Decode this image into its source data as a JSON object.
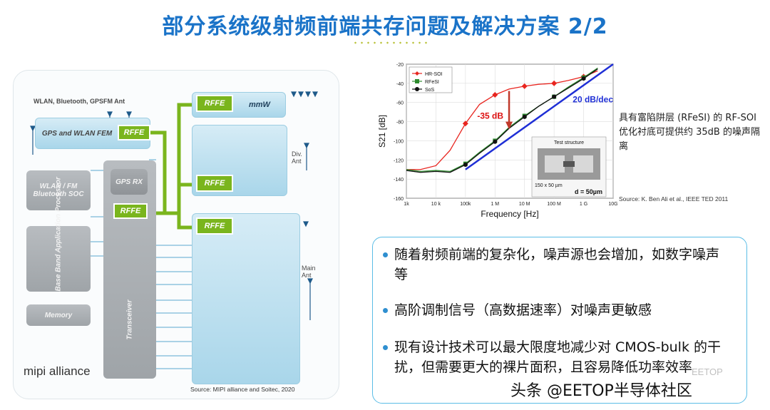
{
  "title": "部分系统级射频前端共存问题及解决方案 2/2",
  "diagram": {
    "top_label": "WLAN, Bluetooth, GPSFM Ant",
    "gps_wlan_fem": "GPS and WLAN FEM",
    "wlan_fm_bt_soc": "WLAN / FM Bluetooth SOC",
    "baseband": "Base Band Application Processor",
    "memory": "Memory",
    "gps_rx": "GPS RX",
    "transceiver": "Transceiver",
    "rffe": "RFFE",
    "mmw": "mmW",
    "div_ant": "Div. Ant",
    "main_ant": "Main Ant",
    "logo": "mipi alliance",
    "source": "Source: MIPI alliance and Soitec, 2020"
  },
  "chart_data": {
    "type": "line",
    "xlabel": "Frequency [Hz]",
    "ylabel": "S21 [dB]",
    "xscale": "log",
    "xlim": [
      1000,
      10000000000
    ],
    "ylim": [
      -160,
      -20
    ],
    "x_ticks": [
      "1k",
      "10 k",
      "100k",
      "1 M",
      "10 M",
      "100 M",
      "1 G",
      "10G"
    ],
    "y_ticks": [
      "-20",
      "-40",
      "-60",
      "-80",
      "-100",
      "-120",
      "-140",
      "-160"
    ],
    "series": [
      {
        "name": "HR-SOI",
        "color": "#e8251f",
        "x": [
          1000,
          3000,
          10000,
          30000,
          100000,
          300000,
          1000000,
          3000000,
          10000000,
          30000000,
          100000000,
          300000000,
          1000000000,
          3000000000
        ],
        "y": [
          -130,
          -130,
          -126,
          -110,
          -82,
          -62,
          -52,
          -46,
          -43,
          -41,
          -40,
          -37,
          -33,
          -27
        ]
      },
      {
        "name": "RFeSI",
        "color": "#2e8b2e",
        "x": [
          1000,
          3000,
          10000,
          30000,
          100000,
          300000,
          1000000,
          3000000,
          10000000,
          30000000,
          100000000,
          300000000,
          1000000000,
          3000000000
        ],
        "y": [
          -130,
          -132,
          -131,
          -132,
          -124,
          -112,
          -100,
          -86,
          -74,
          -64,
          -54,
          -44,
          -34,
          -24
        ]
      },
      {
        "name": "SoS",
        "color": "#111111",
        "x": [
          1000,
          3000,
          10000,
          30000,
          100000,
          300000,
          1000000,
          3000000,
          10000000,
          30000000,
          100000000,
          300000000,
          1000000000,
          3000000000
        ],
        "y": [
          -131,
          -133,
          -132,
          -133,
          -125,
          -113,
          -101,
          -87,
          -75,
          -64,
          -54,
          -45,
          -35,
          -25
        ]
      }
    ],
    "annotations": {
      "delta": "-35 dB",
      "slope": "20 dB/dec",
      "inset_title": "Test structure",
      "inset_size": "150 x 50 µm",
      "inset_d": "d = 50µm"
    },
    "legend_position": "top-left"
  },
  "side_note": "具有富陷阱层 (RFeSI) 的 RF-SOI 优化衬底可提供约 35dB 的噪声隔离",
  "chart_source": "Source: K. Ben Ali et al., IEEE TED 2011",
  "bullets": [
    "随着射频前端的复杂化，噪声源也会增加，如数字噪声等",
    "高阶调制信号（高数据速率）对噪声更敏感",
    "现有设计技术可以最大限度地减少对 CMOS-bulk 的干扰，但需要更大的裸片面积，且容易降低功率效率"
  ],
  "watermark": "头条 @EETOP半导体社区",
  "watermark_logo": "EETOP"
}
